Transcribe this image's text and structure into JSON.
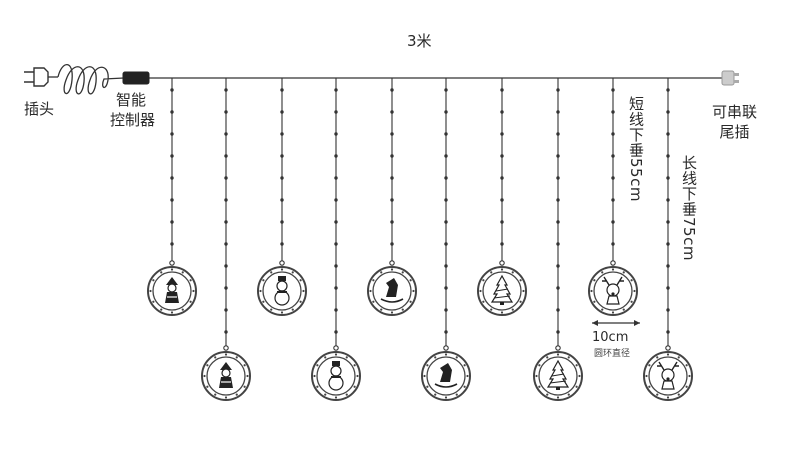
{
  "diagram": {
    "length_label": "3米",
    "plug_label": "插头",
    "controller_label_line1": "智能",
    "controller_label_line2": "控制器",
    "tail_label_line1": "可串联",
    "tail_label_line2": "尾插",
    "short_drop_label": "短线下垂55cm",
    "long_drop_label": "长线下垂75cm",
    "ring_diameter_value": "10cm",
    "ring_diameter_label": "圆环直径",
    "colors": {
      "line": "#333333",
      "ring": "#444444"
    },
    "ornaments": [
      {
        "icon": "santa-icon",
        "drop": "short"
      },
      {
        "icon": "santa-icon",
        "drop": "long"
      },
      {
        "icon": "snowman-icon",
        "drop": "short"
      },
      {
        "icon": "snowman-icon",
        "drop": "long"
      },
      {
        "icon": "rocking-horse-icon",
        "drop": "short"
      },
      {
        "icon": "rocking-horse-icon",
        "drop": "long"
      },
      {
        "icon": "christmas-tree-icon",
        "drop": "short"
      },
      {
        "icon": "christmas-tree-icon",
        "drop": "long"
      },
      {
        "icon": "reindeer-icon",
        "drop": "short"
      },
      {
        "icon": "reindeer-icon",
        "drop": "long"
      }
    ]
  }
}
